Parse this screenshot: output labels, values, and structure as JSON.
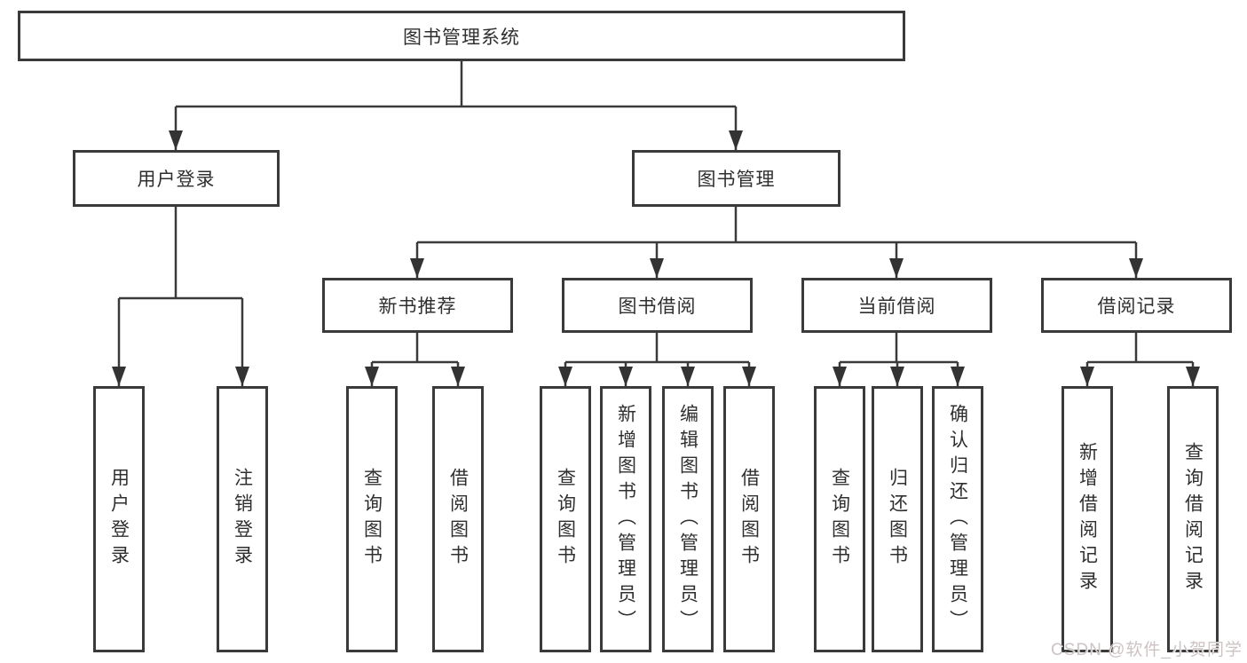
{
  "tree": {
    "root": "图书管理系统",
    "branches": [
      {
        "label": "用户登录",
        "children": [
          "用户登录",
          "注销登录"
        ]
      },
      {
        "label": "图书管理",
        "sections": [
          {
            "label": "新书推荐",
            "children": [
              "查询图书",
              "借阅图书"
            ]
          },
          {
            "label": "图书借阅",
            "children": [
              "查询图书",
              "新增图书（管理员）",
              "编辑图书（管理员）",
              "借阅图书"
            ]
          },
          {
            "label": "当前借阅",
            "children": [
              "查询图书",
              "归还图书",
              "确认归还（管理员）"
            ]
          },
          {
            "label": "借阅记录",
            "children": [
              "新增借阅记录",
              "查询借阅记录"
            ]
          }
        ]
      }
    ]
  },
  "watermark": "CSDN @软件_小贺同学",
  "colors": {
    "line": "#3a3a3a",
    "box_border": "#3a3a3a",
    "text": "#2f2f2f",
    "watermark": "#ccc3c3"
  }
}
